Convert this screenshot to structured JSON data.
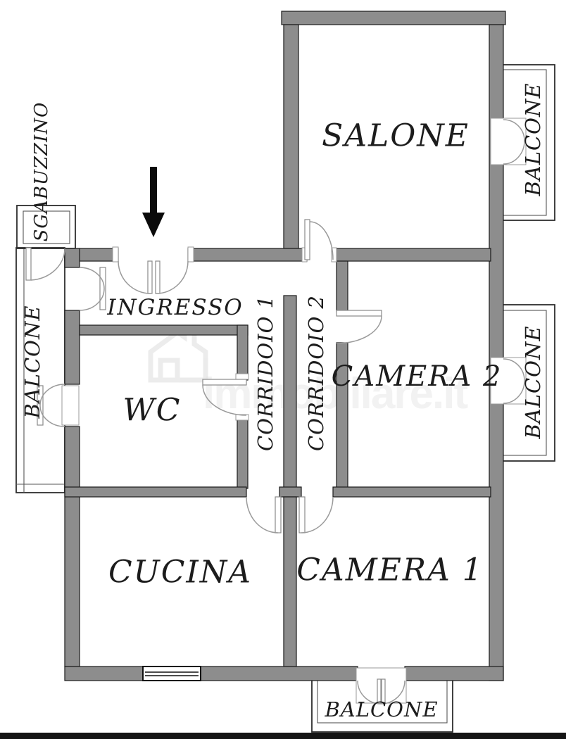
{
  "floorplan": {
    "rooms": {
      "salone": {
        "label": "SALONE"
      },
      "ingresso": {
        "label": "INGRESSO"
      },
      "wc": {
        "label": "WC"
      },
      "corridoio1": {
        "label": "CORRIDOIO 1"
      },
      "corridoio2": {
        "label": "CORRIDOIO 2"
      },
      "camera2": {
        "label": "CAMERA 2"
      },
      "cucina": {
        "label": "CUCINA"
      },
      "camera1": {
        "label": "CAMERA 1"
      },
      "sgabuzzino": {
        "label": "SGABUZZINO"
      },
      "balcone_left": {
        "label": "BALCONE"
      },
      "balcone_right_top": {
        "label": "BALCONE"
      },
      "balcone_right_mid": {
        "label": "BALCONE"
      },
      "balcone_bottom": {
        "label": "BALCONE"
      }
    },
    "watermark": {
      "text": "immobiliare.it"
    },
    "icons": {
      "entrance_arrow": "down-arrow"
    },
    "colors": {
      "wall_fill": "#8d8d8d",
      "wall_outline": "#1a1a1a",
      "label_text": "#1c1c1c",
      "background": "#ffffff",
      "bottom_bar": "#151515"
    }
  }
}
